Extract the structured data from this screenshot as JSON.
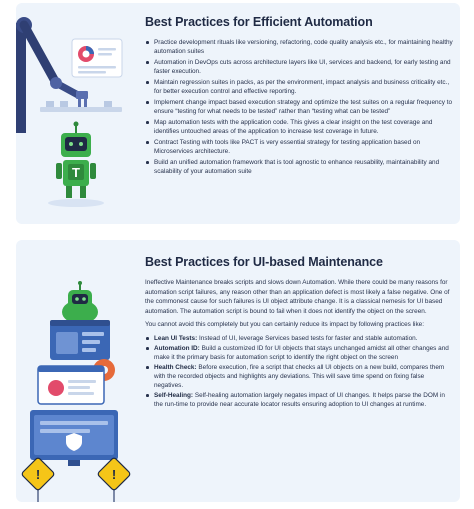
{
  "section1": {
    "title": "Best Practices for Efficient Automation",
    "items": [
      "Practice development rituals like versioning, refactoring, code quality analysis etc., for maintaining healthy automation suites",
      "Automation in DevOps cuts across architecture layers like UI, services and backend, for early testing and faster execution.",
      "Maintain regression suites in packs, as per the environment, impact analysis and business criticality etc., for better execution control and effective reporting.",
      "Implement change impact based execution strategy and optimize the test suites on a regular frequency to ensure “testing for what needs to be tested” rather than “testing what can be tested”",
      "Map automation tests with the application code. This gives a clear insight on the test coverage and identifies untouched areas of the application to increase test coverage in future.",
      "Contract Testing with tools like PACT is very essential strategy for testing application based on Microservices architecture.",
      "Build an unified automation framework that is tool agnostic to enhance reusability, maintainability and scalability of your automation suite"
    ]
  },
  "section2": {
    "title": "Best Practices for UI-based Maintenance",
    "intro": "Ineffective Maintenance breaks scripts and slows down Automation. While there could be many reasons for automation script failures, any reason other than an application defect is most likely a false negative. One of the commonest cause for such failures is UI object attribute change. It is a classical nemesis for UI based automation. The automation script is bound to fail when it does not identify the object on the screen.",
    "lead": "You cannot avoid this completely but you can certainly reduce its impact by following practices like:",
    "items": [
      {
        "term": "Lean UI Tests:",
        "text": " Instead of UI, leverage Services based tests for faster and stable automation."
      },
      {
        "term": "Automation ID:",
        "text": " Build a customized ID for UI objects that stays unchanged amidst all other changes and make it the primary basis for automation script to identify the right object on the screen"
      },
      {
        "term": "Health Check:",
        "text": " Before execution, fire a script that checks all UI objects on a new build, compares them with the recorded objects and highlights any deviations. This will save time spend on fixing false negatives."
      },
      {
        "term": "Self-Healing:",
        "text": " Self-healing automation largely negates impact of UI changes. It helps parse the DOM in the run-time to provide near accurate locator results ensuring adoption to UI changes at runtime."
      }
    ]
  },
  "illustration": {
    "robot_badge": "T",
    "warning_glyph": "!"
  },
  "colors": {
    "panel_bg": "#eef4fb",
    "heading": "#1f2a44",
    "robot_green": "#3cae4c",
    "arm_blue": "#2f3f73",
    "monitor_blue": "#3b67b5",
    "warning_yellow": "#f5c518"
  }
}
